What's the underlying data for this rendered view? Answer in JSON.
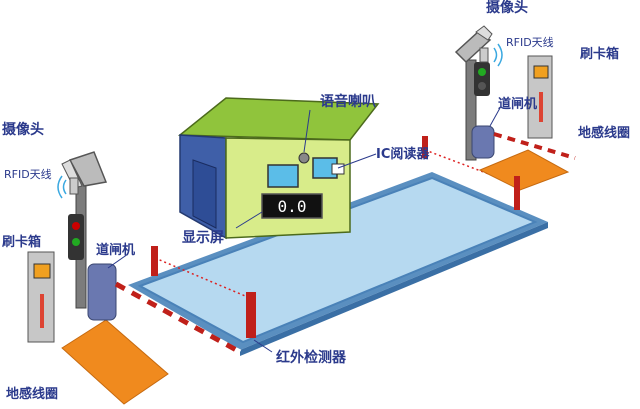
{
  "labels": {
    "camera_right": "摄像头",
    "camera_left": "摄像头",
    "rfid_right": "RFID天线",
    "rfid_left": "RFID天线",
    "card_box_right": "刷卡箱",
    "card_box_left": "刷卡箱",
    "gate_right": "道闸机",
    "gate_left": "道闸机",
    "loop_right": "地感线圈",
    "loop_left": "地感线圈",
    "speaker": "语音喇叭",
    "ic_reader": "IC阅读器",
    "display_screen": "显示屏",
    "infrared_detector": "红外检测器"
  },
  "display_value": "0.0",
  "colors": {
    "label": "#2b3a8c",
    "building_front": "#d8ec8a",
    "building_side": "#3f5fa8",
    "building_roof": "#90c43c",
    "platform": "#b6d9f0",
    "loop_pad": "#f08a1e",
    "pole": "#7c7c7c",
    "post_red": "#c0201a"
  }
}
